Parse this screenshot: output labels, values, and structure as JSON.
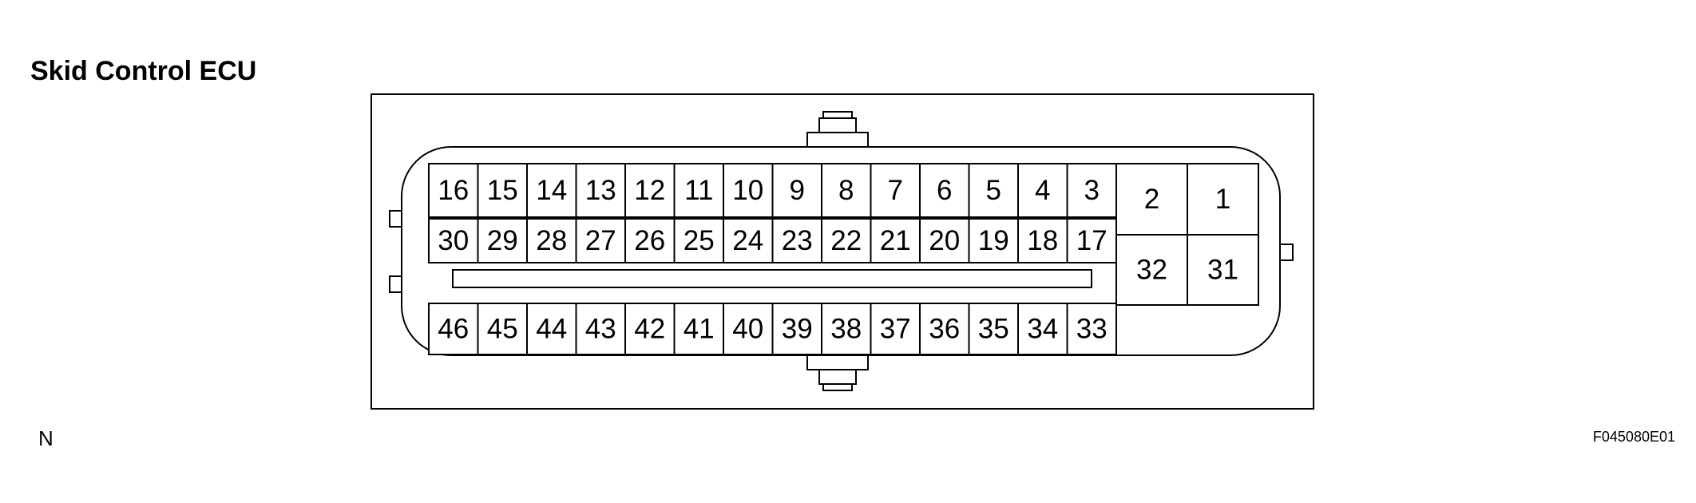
{
  "title": "Skid Control ECU",
  "corner_label": "N",
  "figure_code": "F045080E01",
  "connector": {
    "main_rows": [
      [
        "16",
        "15",
        "14",
        "13",
        "12",
        "11",
        "10",
        "9",
        "8",
        "7",
        "6",
        "5",
        "4",
        "3"
      ],
      [
        "30",
        "29",
        "28",
        "27",
        "26",
        "25",
        "24",
        "23",
        "22",
        "21",
        "20",
        "19",
        "18",
        "17"
      ],
      [
        "46",
        "45",
        "44",
        "43",
        "42",
        "41",
        "40",
        "39",
        "38",
        "37",
        "36",
        "35",
        "34",
        "33"
      ]
    ],
    "power_rows": [
      [
        "2",
        "1"
      ],
      [
        "32",
        "31"
      ]
    ]
  }
}
